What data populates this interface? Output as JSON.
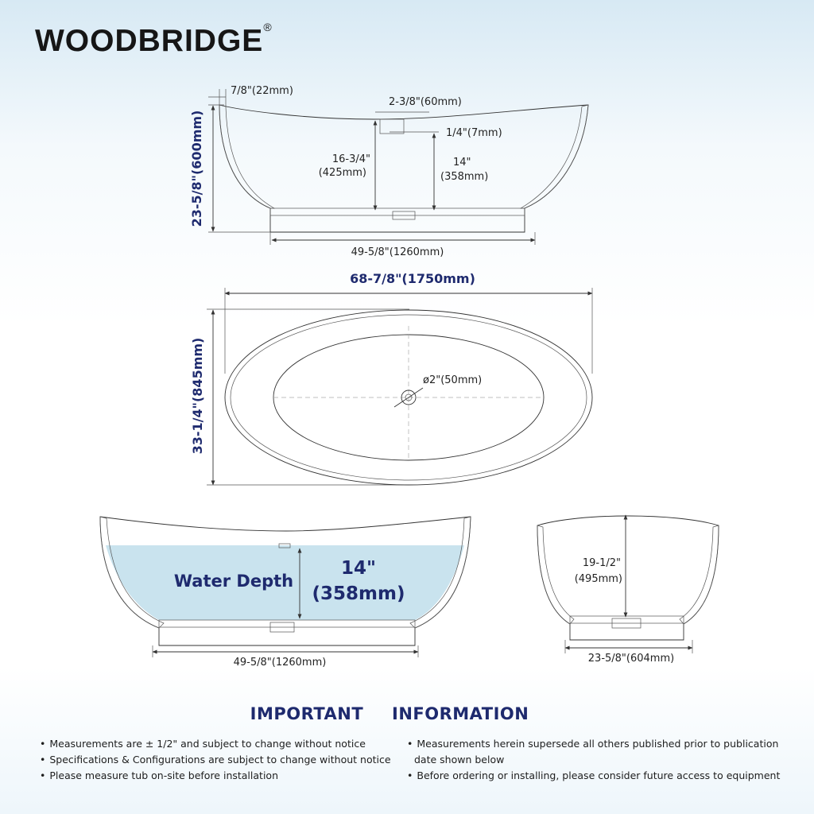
{
  "brand": {
    "name": "WOODBRIDGE",
    "mark": "®"
  },
  "dimensions": {
    "side_rim": "7/8\"(22mm)",
    "side_overflow": "2-3/8\"(60mm)",
    "side_overflow_gap": "1/4\"(7mm)",
    "side_inner_depth_in": "16-3/4\"",
    "side_inner_depth_mm": "(425mm)",
    "side_water_depth_in": "14\"",
    "side_water_depth_mm": "(358mm)",
    "side_height": "23-5/8\"(600mm)",
    "side_base_length": "49-5/8\"(1260mm)",
    "top_length": "68-7/8\"(1750mm)",
    "top_width": "33-1/4\"(845mm)",
    "top_drain": "ø2\"(50mm)",
    "water_label": "Water Depth",
    "water_depth_in": "14\"",
    "water_depth_mm": "(358mm)",
    "water_base_length": "49-5/8\"(1260mm)",
    "end_depth_in": "19-1/2\"",
    "end_depth_mm": "(495mm)",
    "end_base_width": "23-5/8\"(604mm)"
  },
  "info": {
    "title_left": "IMPORTANT",
    "title_right": "INFORMATION",
    "left": [
      "Measurements are ± 1/2\" and subject to change without notice",
      "Specifications & Configurations are subject to change without notice",
      "Please measure tub on-site before installation"
    ],
    "right_1a": "Measurements herein supersede all others published prior to publication",
    "right_1b": "date shown below",
    "right_2": "Before ordering or installing, please consider future access to equipment"
  },
  "colors": {
    "accent": "#1e2a6e",
    "water": "#c9e3ee",
    "line": "#333333"
  }
}
